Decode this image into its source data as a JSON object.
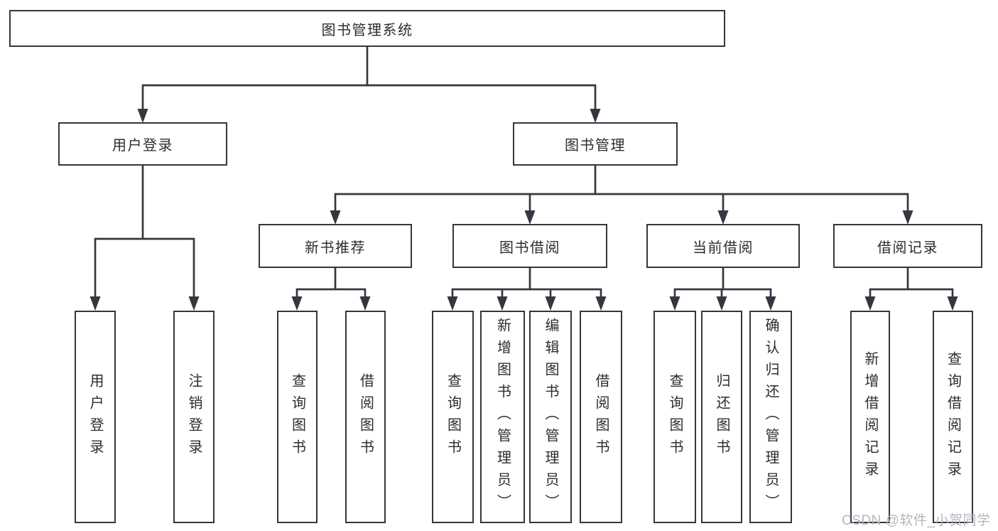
{
  "diagram_type": "hierarchy-tree",
  "colors": {
    "line": "#34383e",
    "box_border": "#33373d",
    "text": "#2d2d2d",
    "watermark": "#b3b6bd",
    "background": "#ffffff"
  },
  "watermark": {
    "text": "CSDN @软件_小贺同学"
  },
  "tree": {
    "label": "图书管理系统",
    "children": [
      {
        "label": "用户登录",
        "children": [
          {
            "label": "用户登录"
          },
          {
            "label": "注销登录"
          }
        ]
      },
      {
        "label": "图书管理",
        "children": [
          {
            "label": "新书推荐",
            "children": [
              {
                "label": "查询图书"
              },
              {
                "label": "借阅图书"
              }
            ]
          },
          {
            "label": "图书借阅",
            "children": [
              {
                "label": "查询图书"
              },
              {
                "label": "新增图书（管理员）"
              },
              {
                "label": "编辑图书（管理员）"
              },
              {
                "label": "借阅图书"
              }
            ]
          },
          {
            "label": "当前借阅",
            "children": [
              {
                "label": "查询图书"
              },
              {
                "label": "归还图书"
              },
              {
                "label": "确认归还（管理员）"
              }
            ]
          },
          {
            "label": "借阅记录",
            "children": [
              {
                "label": "新增借阅记录"
              },
              {
                "label": "查询借阅记录"
              }
            ]
          }
        ]
      }
    ]
  }
}
